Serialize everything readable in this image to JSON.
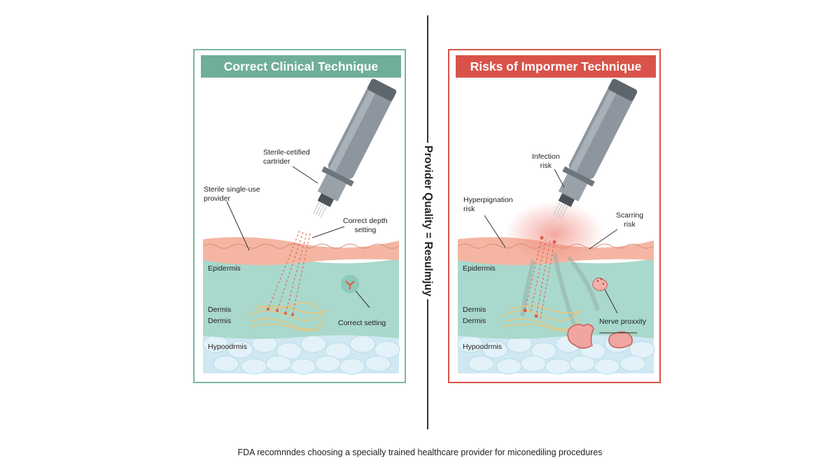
{
  "center_label": "Provider Quality = Resulmjuy",
  "footer": "FDA recomnndes choosing a specially trained healthcare provider for miconediling procedures",
  "colors": {
    "good_accent": "#6fae97",
    "bad_accent": "#d9534a",
    "epidermis": "#f4b6a3",
    "dermis": "#a9d8cc",
    "hypodermis": "#cfe8f2",
    "device": "#8d969e"
  },
  "left_panel": {
    "title": "Correct Clinical Technique",
    "labels": {
      "cartridge": "Sterile-cetified\ncartrider",
      "single_use": "Sterile single-use\nprovider",
      "depth": "Correct depth\nsetting",
      "correct_setting": "Correct setting"
    },
    "layers": {
      "epidermis": "Epidermis",
      "dermis1": "Dermis",
      "dermis2": "Dermis",
      "hypodermis": "Hypoodrmis"
    }
  },
  "right_panel": {
    "title": "Risks of Impormer Technique",
    "labels": {
      "infection": "Infection\nrisk",
      "hyperpig": "Hyperpignation\nrisk",
      "scarring": "Scarring\nrisk",
      "nerve": "Nerve proxxity"
    },
    "layers": {
      "epidermis": "Epidermis",
      "dermis1": "Dermis",
      "dermis2": "Dermis",
      "hypodermis": "Hypoodrmis"
    }
  }
}
